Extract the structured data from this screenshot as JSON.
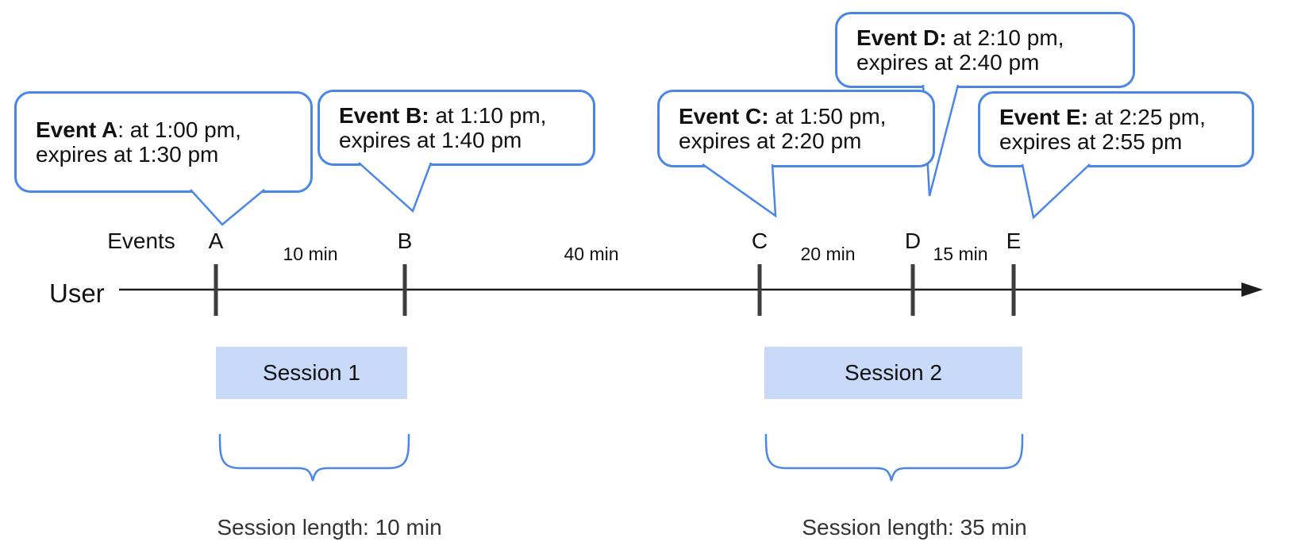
{
  "colors": {
    "accent_blue": "#4a86e8",
    "session_fill": "#c9daf8",
    "timeline_black": "#1c1c1c",
    "tick_gray": "#3d3d3d",
    "text_black": "#111111",
    "muted_text": "#333333"
  },
  "bubbles": {
    "a": {
      "bold": "Event A",
      "line1_rest": ": at 1:00 pm,",
      "line2": "expires at 1:30 pm"
    },
    "b": {
      "bold": "Event B:",
      "line1_rest": " at 1:10 pm,",
      "line2": "expires at 1:40 pm"
    },
    "c": {
      "bold": "Event C:",
      "line1_rest": " at 1:50 pm,",
      "line2": "expires at 2:20 pm"
    },
    "d": {
      "bold": "Event D:",
      "line1_rest": " at 2:10 pm,",
      "line2": "expires at 2:40 pm"
    },
    "e": {
      "bold": "Event E:",
      "line1_rest": " at 2:25 pm,",
      "line2": "expires at 2:55 pm"
    }
  },
  "timeline": {
    "user_label": "User",
    "events_label": "Events",
    "markers": [
      "A",
      "B",
      "C",
      "D",
      "E"
    ],
    "intervals": [
      "10 min",
      "40 min",
      "20 min",
      "15 min"
    ]
  },
  "sessions": [
    {
      "label": "Session 1",
      "length_label": "Session length: 10 min"
    },
    {
      "label": "Session 2",
      "length_label": "Session length: 35 min"
    }
  ]
}
